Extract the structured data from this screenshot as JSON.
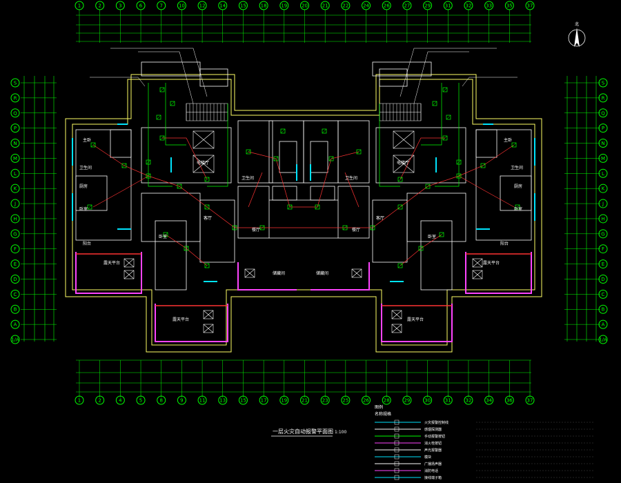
{
  "drawing": {
    "title": "一层火灾自动报警平面图",
    "scale": "1:100",
    "north_label": "北"
  },
  "axes": {
    "top": [
      "1",
      "2",
      "3",
      "6",
      "7",
      "10",
      "12",
      "14",
      "15",
      "18",
      "19",
      "20",
      "21",
      "22",
      "24",
      "26",
      "27",
      "29",
      "31",
      "32",
      "33",
      "35",
      "37"
    ],
    "bottom": [
      "1",
      "2",
      "4",
      "5",
      "8",
      "9",
      "11",
      "13",
      "15",
      "17",
      "19",
      "21",
      "23",
      "25",
      "26",
      "28",
      "29",
      "30",
      "31",
      "32",
      "34",
      "36",
      "37"
    ],
    "left": [
      "S",
      "R",
      "Q",
      "P",
      "N",
      "M",
      "L",
      "K",
      "J",
      "H",
      "G",
      "F",
      "E",
      "D",
      "C",
      "B",
      "A",
      "1/A"
    ],
    "right": [
      "S",
      "R",
      "Q",
      "P",
      "N",
      "M",
      "L",
      "K",
      "J",
      "H",
      "G",
      "F",
      "E",
      "D",
      "C",
      "B",
      "A",
      "1/A"
    ]
  },
  "rooms": [
    {
      "id": "r1",
      "label": "主卧"
    },
    {
      "id": "r2",
      "label": "卫生间"
    },
    {
      "id": "r3",
      "label": "厨房"
    },
    {
      "id": "r4",
      "label": "客厅"
    },
    {
      "id": "r5",
      "label": "餐厅"
    },
    {
      "id": "r6",
      "label": "卧室"
    },
    {
      "id": "r7",
      "label": "阳台"
    },
    {
      "id": "r8",
      "label": "露天平台"
    },
    {
      "id": "r9",
      "label": "电梯厅"
    },
    {
      "id": "r10",
      "label": "储藏间"
    }
  ],
  "legend": {
    "heading": "图例",
    "subheading": "名称规格",
    "rows": [
      {
        "id": "l1",
        "text": "火灾报警控制线"
      },
      {
        "id": "l2",
        "text": "感烟探测器"
      },
      {
        "id": "l3",
        "text": "手动报警按钮"
      },
      {
        "id": "l4",
        "text": "消火栓按钮"
      },
      {
        "id": "l5",
        "text": "声光报警器"
      },
      {
        "id": "l6",
        "text": "模块"
      },
      {
        "id": "l7",
        "text": "广播扬声器"
      },
      {
        "id": "l8",
        "text": "消防电话"
      },
      {
        "id": "l9",
        "text": "接线端子箱"
      }
    ]
  }
}
